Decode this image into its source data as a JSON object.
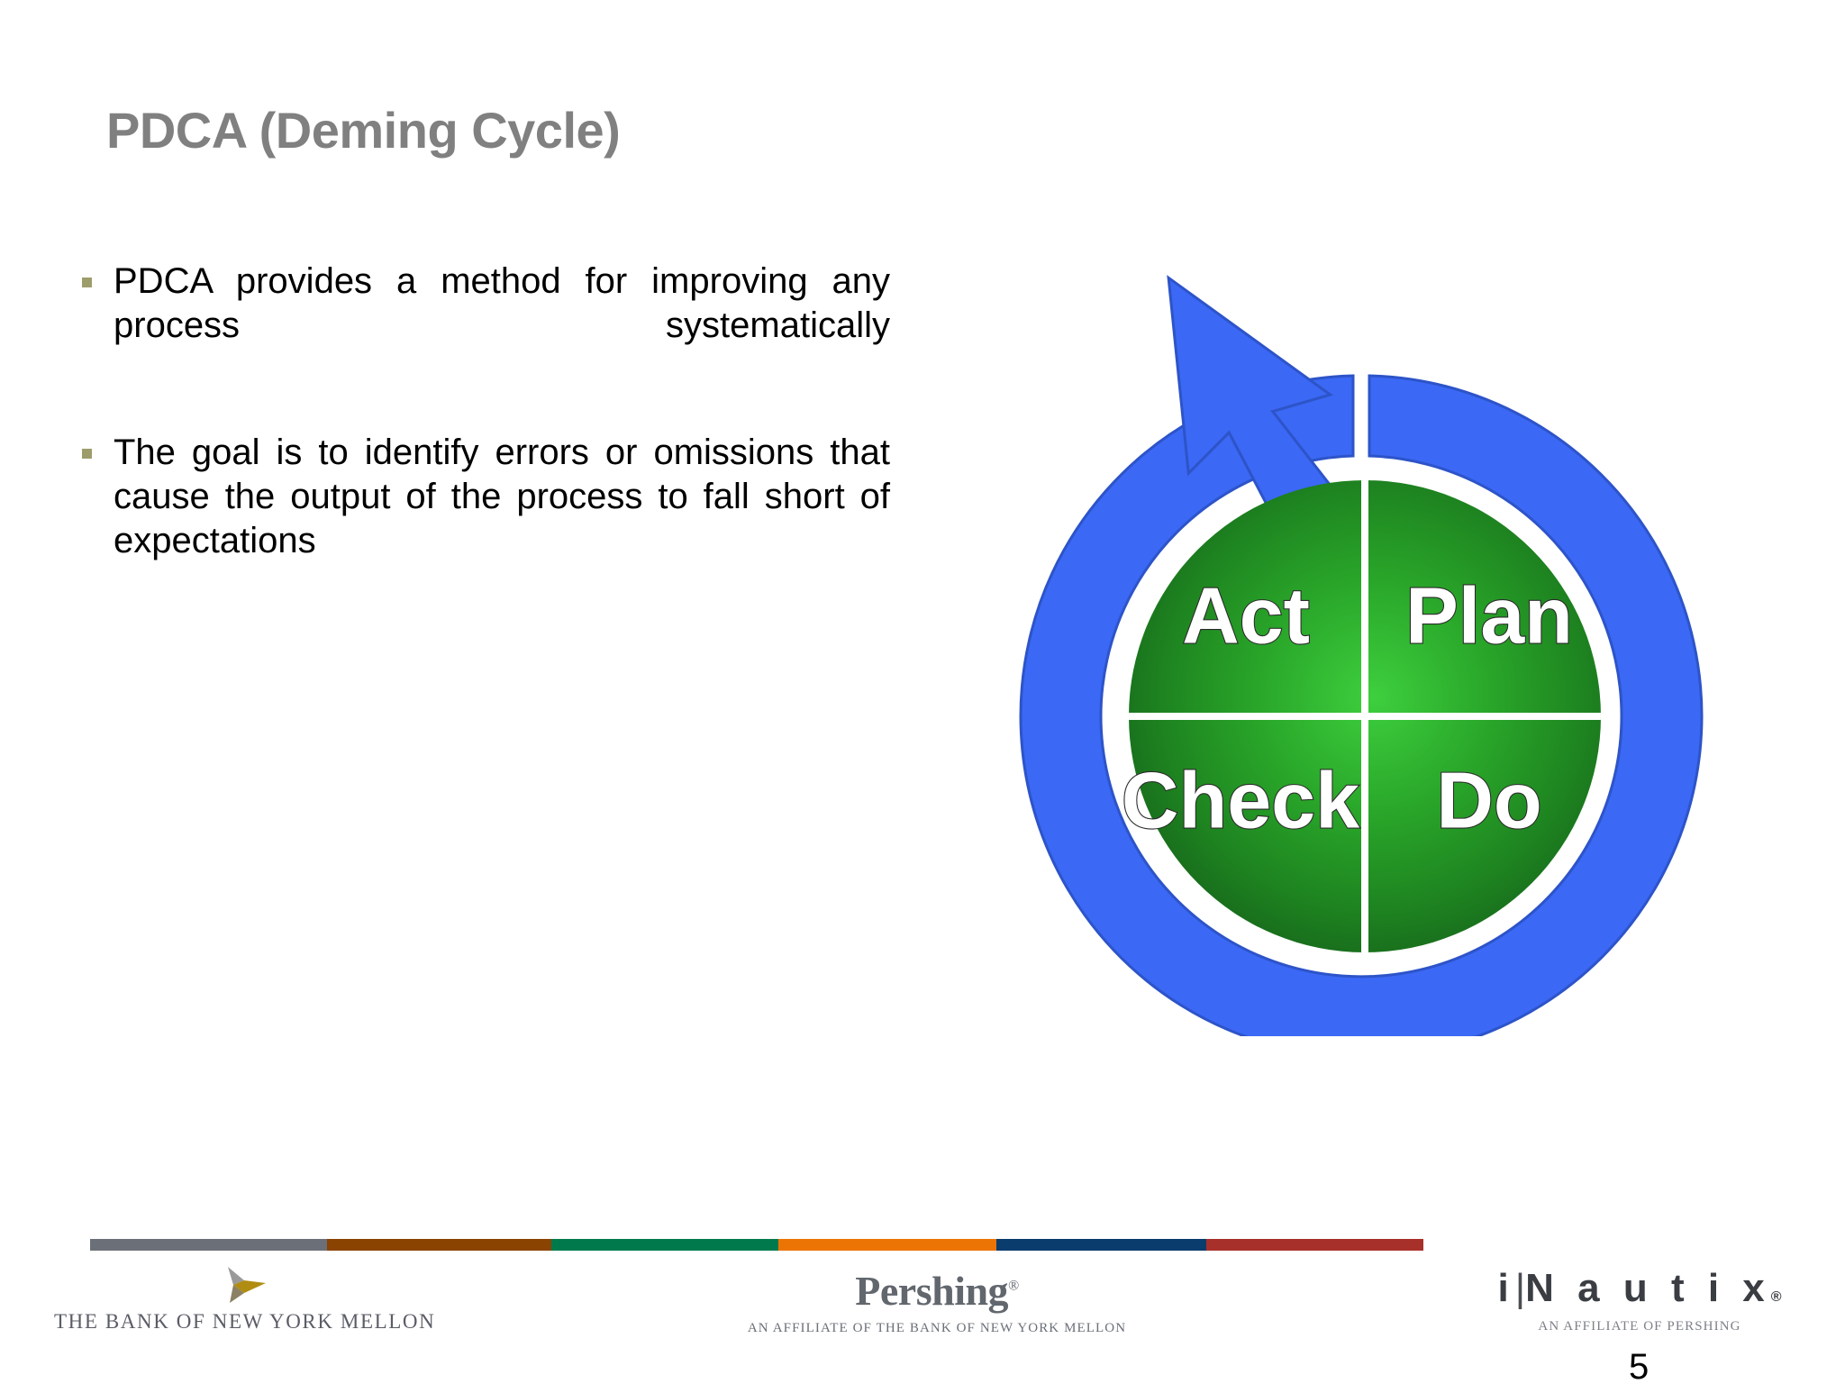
{
  "slide": {
    "title": "PDCA (Deming Cycle)",
    "title_color": "#808080",
    "background": "#ffffff",
    "page_number": "5"
  },
  "body": {
    "bullet_marker_color": "#9d9d6b",
    "bullets": [
      "PDCA provides a method for improving any process systematically",
      "The goal is to identify errors or omissions that cause the output of the process to fall short of expectations"
    ]
  },
  "diagram": {
    "name": "pdca-deming-cycle",
    "ring_color": "#3b68f5",
    "ring_outline_color": "#2a4fd0",
    "sphere_center_color": "#2fb62f",
    "sphere_edge_color": "#1a6a1b",
    "divider_color": "#ffffff",
    "quadrants": [
      {
        "id": "act",
        "label": "Act",
        "position": "top-left"
      },
      {
        "id": "plan",
        "label": "Plan",
        "position": "top-right"
      },
      {
        "id": "check",
        "label": "Check",
        "position": "bottom-left"
      },
      {
        "id": "do",
        "label": "Do",
        "position": "bottom-right"
      }
    ],
    "arrow_direction": "counter-clockwise-to-top-left"
  },
  "footer": {
    "color_bar": [
      {
        "name": "gray",
        "color": "#6b7078",
        "width_pct": 14.2
      },
      {
        "name": "brown",
        "color": "#8a4300",
        "width_pct": 13.5
      },
      {
        "name": "green",
        "color": "#007a4d",
        "width_pct": 13.6
      },
      {
        "name": "orange",
        "color": "#ec7404",
        "width_pct": 13.1
      },
      {
        "name": "navy",
        "color": "#0a3c6e",
        "width_pct": 12.6
      },
      {
        "name": "red",
        "color": "#a8302a",
        "width_pct": 13.0
      }
    ],
    "logos": {
      "bny": {
        "name": "THE BANK OF NEW YORK MELLON",
        "mark_gold": "#b08c12",
        "mark_gray": "#9a9a9a"
      },
      "pershing": {
        "name": "Pershing",
        "registered": "®",
        "subtitle": "AN AFFILIATE OF THE BANK OF NEW YORK MELLON"
      },
      "inautix": {
        "name_i": "i",
        "name_bar": "|",
        "name_rest": "N a u t i x",
        "registered": "®",
        "subtitle": "AN AFFILIATE OF PERSHING"
      }
    }
  }
}
